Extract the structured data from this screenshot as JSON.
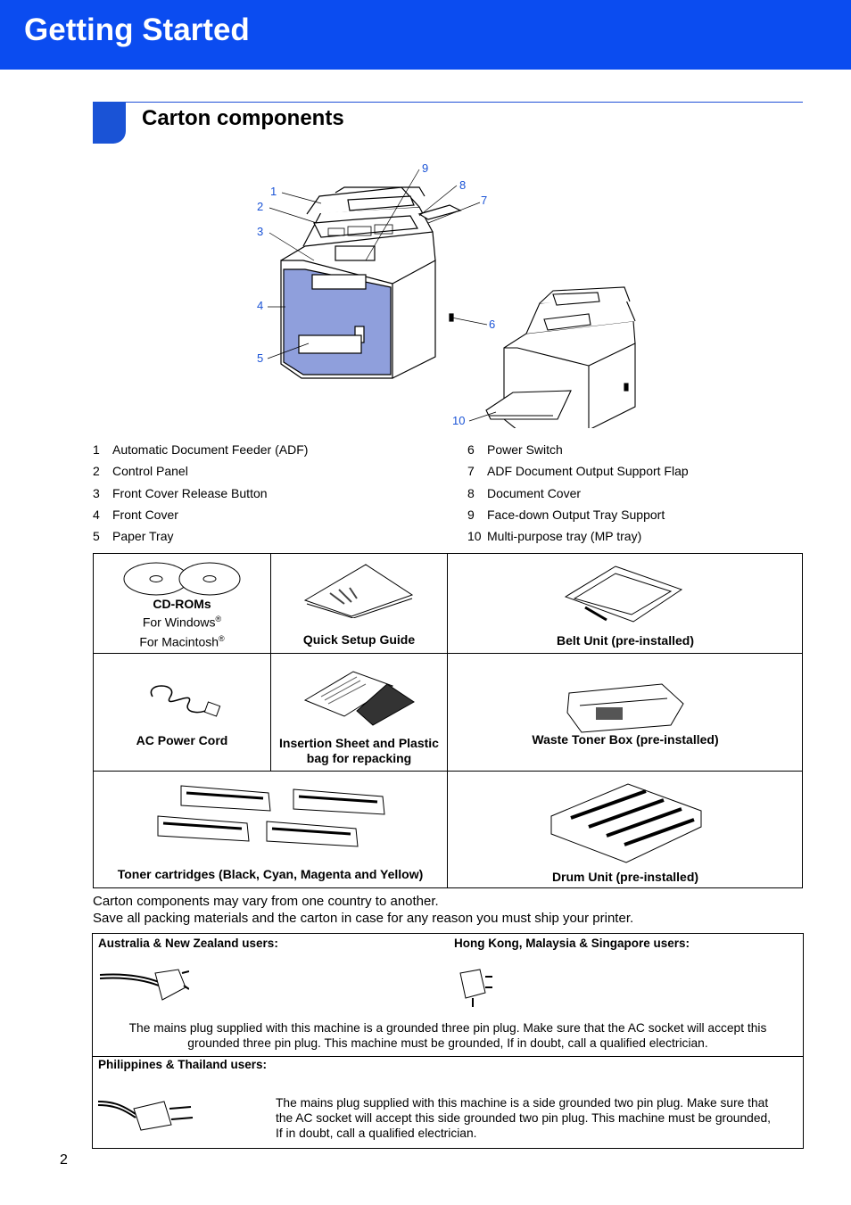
{
  "header": {
    "title": "Getting Started"
  },
  "section": {
    "title": "Carton components"
  },
  "callouts": [
    "1",
    "2",
    "3",
    "4",
    "5",
    "6",
    "7",
    "8",
    "9",
    "10"
  ],
  "legend": [
    {
      "num": "1",
      "label": "Automatic Document Feeder (ADF)"
    },
    {
      "num": "2",
      "label": "Control Panel"
    },
    {
      "num": "3",
      "label": "Front Cover Release Button"
    },
    {
      "num": "4",
      "label": "Front Cover"
    },
    {
      "num": "5",
      "label": "Paper Tray"
    },
    {
      "num": "6",
      "label": "Power Switch"
    },
    {
      "num": "7",
      "label": "ADF Document Output Support Flap"
    },
    {
      "num": "8",
      "label": "Document Cover"
    },
    {
      "num": "9",
      "label": "Face-down Output Tray Support"
    },
    {
      "num": "10",
      "label": "Multi-purpose tray (MP tray)"
    }
  ],
  "components": {
    "cdroms": {
      "title": "CD-ROMs",
      "line1": "For Windows",
      "line2": "For Macintosh",
      "reg": "®"
    },
    "quick_setup": "Quick Setup Guide",
    "belt_unit": "Belt Unit (pre-installed)",
    "ac_cord": "AC Power Cord",
    "insertion_sheet_1": "Insertion Sheet and Plastic",
    "insertion_sheet_2": "bag for repacking",
    "waste_toner": "Waste Toner Box (pre-installed)",
    "toner": "Toner cartridges (Black, Cyan, Magenta and Yellow)",
    "drum": "Drum Unit (pre-installed)"
  },
  "notes": {
    "line1": "Carton components may vary from one country to another.",
    "line2": "Save all packing materials and the carton in case for any reason you must ship your printer."
  },
  "plugs": {
    "aus_heading": "Australia & New Zealand users:",
    "hk_heading": "Hong Kong, Malaysia & Singapore users:",
    "grounded_text_1": "The mains plug supplied with this machine is a grounded three pin plug. Make sure that the AC socket will accept this",
    "grounded_text_2": "grounded three pin plug. This machine must be grounded, If in doubt, call a qualified electrician.",
    "ph_heading": "Philippines & Thailand users:",
    "side_text_1": "The mains plug supplied with this machine is a side grounded two pin plug. Make sure that",
    "side_text_2": "the AC socket will accept this side grounded two pin plug. This machine must be grounded,",
    "side_text_3": "If in doubt, call a qualified electrician."
  },
  "footer": {
    "page_number": "2"
  },
  "colors": {
    "banner": "#0b4cf0",
    "accent": "#1a53d6",
    "front_cover": "#8f9fdc"
  }
}
